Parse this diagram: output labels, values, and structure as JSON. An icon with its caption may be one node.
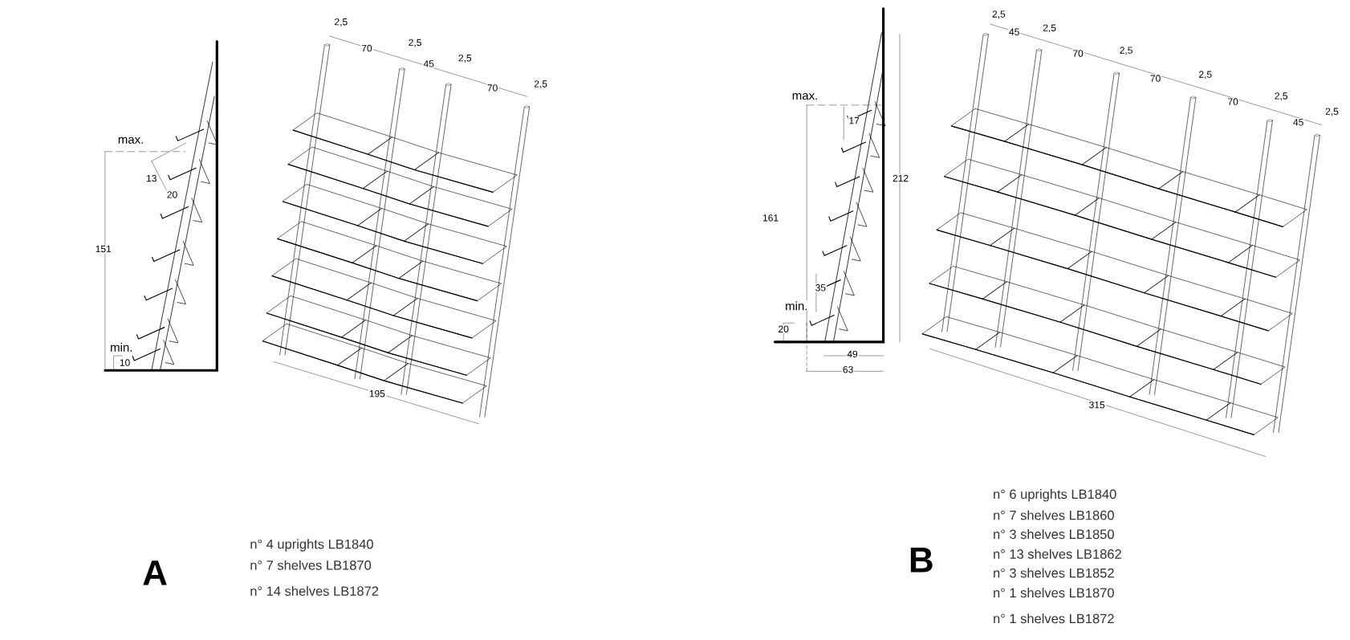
{
  "diagram": {
    "labels": [
      "max.",
      "13",
      "20",
      "151",
      "min.",
      "10",
      "2,5",
      "70",
      "2,5",
      "45",
      "2,5",
      "70",
      "2,5",
      "195",
      "max.",
      "17",
      "212",
      "161",
      "35",
      "min.",
      "20",
      "49",
      "63",
      "2,5",
      "45",
      "2,5",
      "70",
      "2,5",
      "70",
      "2,5",
      "70",
      "2,5",
      "45",
      "2,5",
      "315",
      "A",
      "n° 4 uprights LB1840",
      "n° 7 shelves LB1870",
      "n° 14 shelves LB1872",
      "B",
      "n° 6 uprights LB1840",
      "n° 7 shelves LB1860",
      "n° 3 shelves  LB1850",
      "n° 13 shelves LB1862",
      "n° 3 shelves LB1852",
      "n° 1 shelves LB1870",
      "n° 1 shelves LB1872"
    ]
  }
}
